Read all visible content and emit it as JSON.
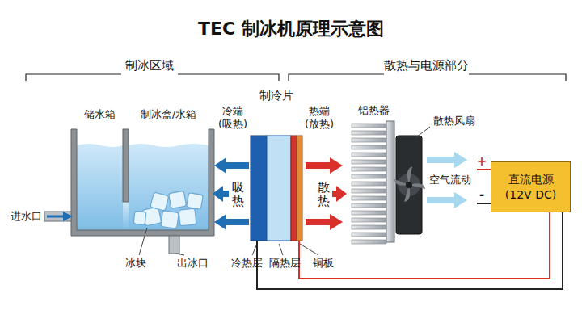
{
  "diagram": {
    "title": "TEC 制冰机原理示意图",
    "nodes": [
      {
        "text": [
          "储水箱"
        ]
      },
      {
        "text": [
          "制冰盒/水箱"
        ]
      },
      {
        "text": [
          "制冷片"
        ]
      },
      {
        "text": [
          "直流电源 (12V DC)"
        ]
      }
    ],
    "edges": [
      {
        "from": 3,
        "to": 2,
        "arrow": "none"
      },
      {
        "from": 3,
        "to": 2,
        "arrow": "none"
      }
    ],
    "labels": [
      "制冰区域",
      "散热与电源部分",
      "冷端 (吸热)",
      "热端 (放热)",
      "吸热",
      "散热",
      "进水口",
      "冰块",
      "出冰口",
      "冷热层",
      "隔热层",
      "铜板",
      "铝热器",
      "散热风扇",
      "空气流动",
      "+",
      "-"
    ]
  }
}
